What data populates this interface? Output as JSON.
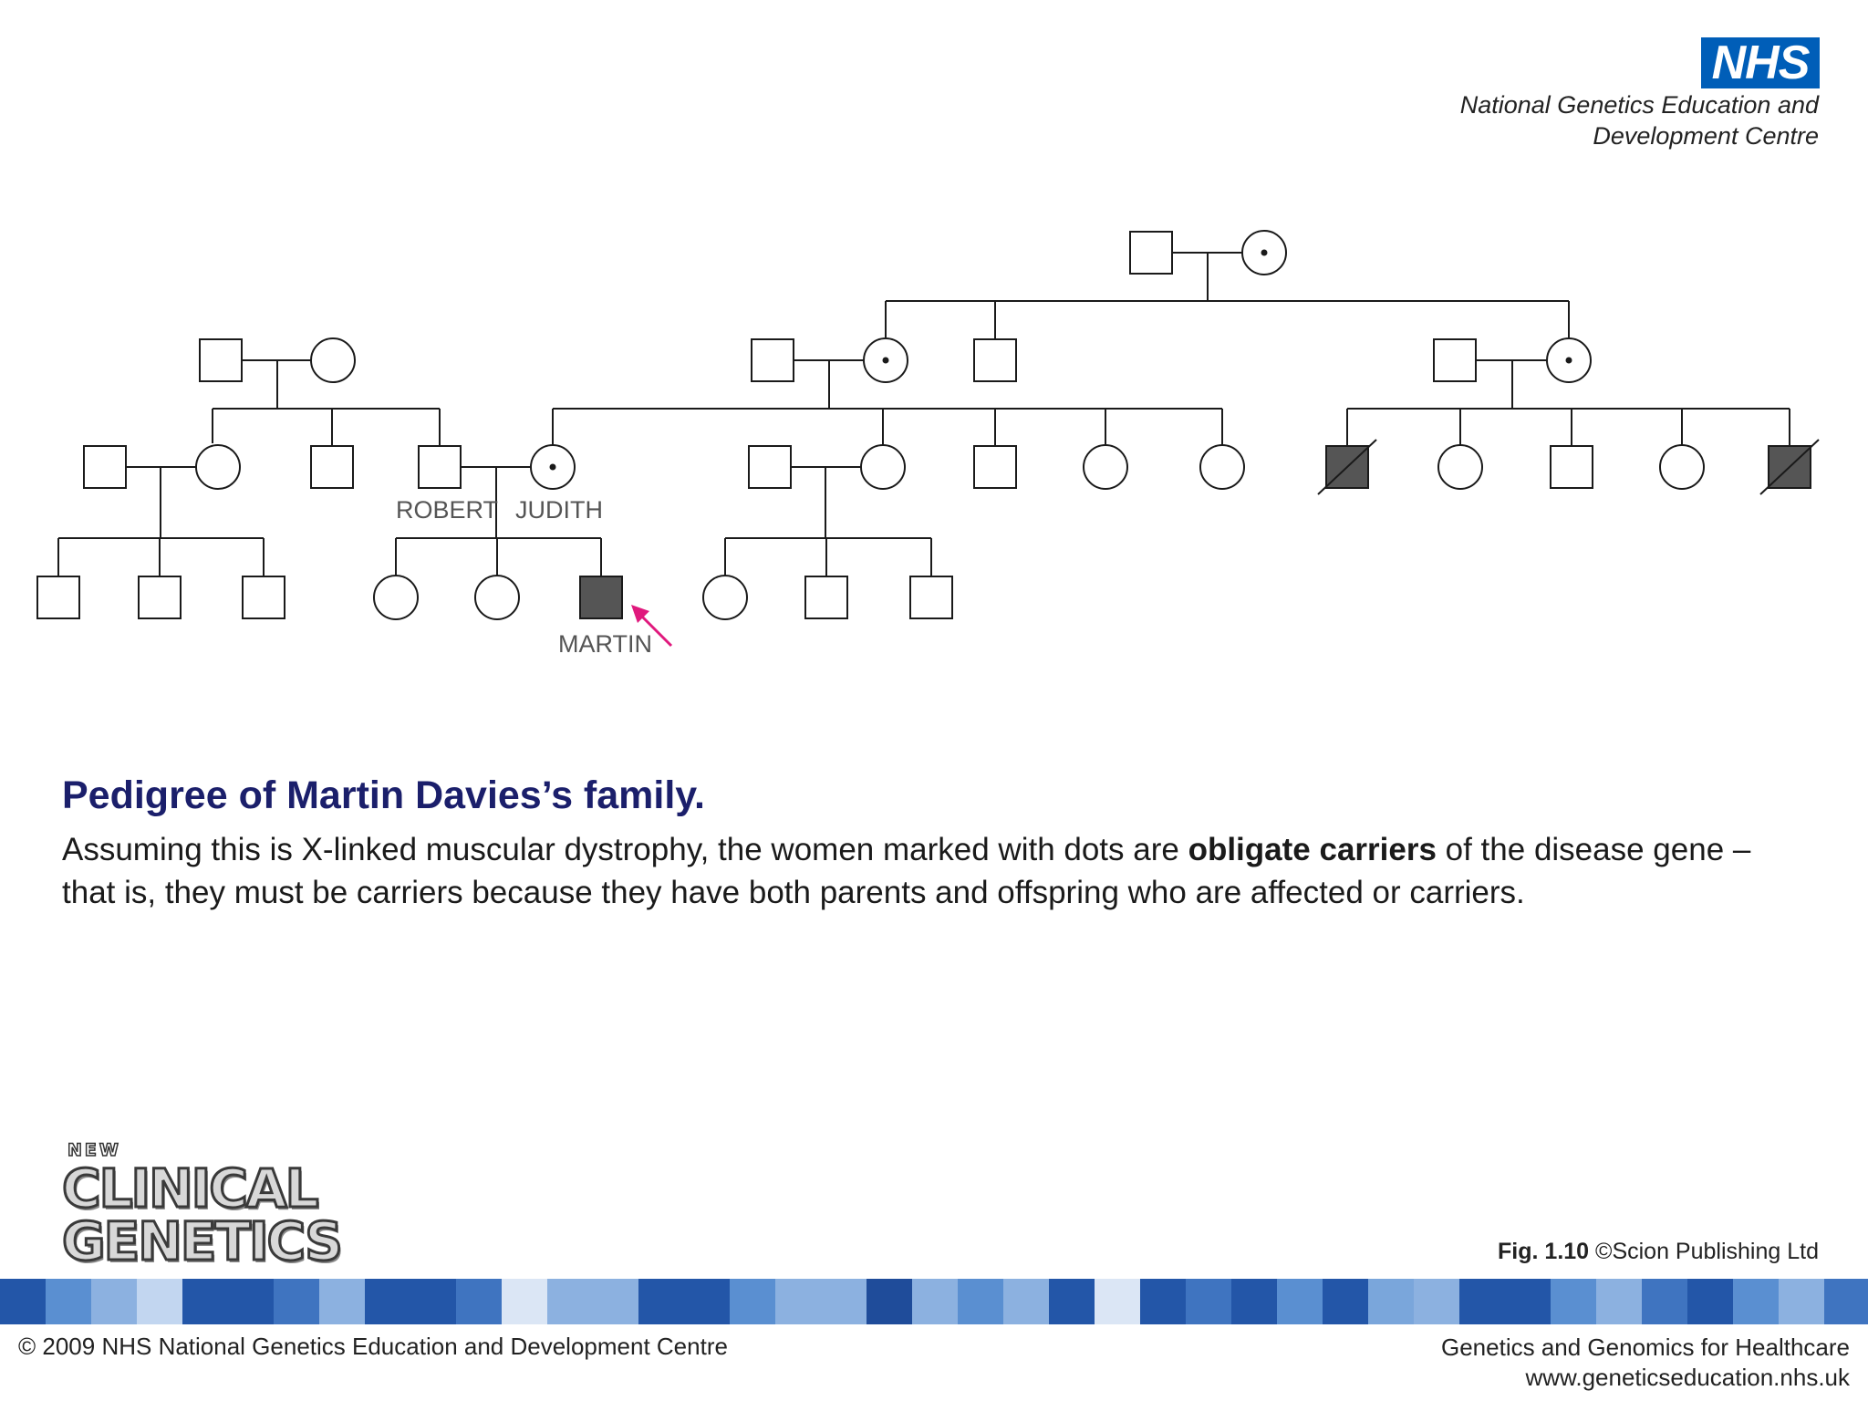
{
  "header": {
    "logo_text": "NHS",
    "org_line1": "National Genetics Education and",
    "org_line2": "Development Centre"
  },
  "pedigree": {
    "labels": {
      "robert": "ROBERT",
      "judith": "JUDITH",
      "martin": "MARTIN"
    },
    "colors": {
      "line": "#1a1a1a",
      "affected_fill": "#555555",
      "arrow": "#e0197d"
    }
  },
  "caption": {
    "title": "Pedigree of Martin Davies’s family.",
    "body_part1": "Assuming this is X-linked muscular dystrophy, the women marked with dots are ",
    "body_bold": "obligate carriers",
    "body_part2": " of the disease gene – that is, they must be carriers because they have both parents and offspring who are affected or carriers."
  },
  "book_logo": {
    "new": "NEW",
    "clinical": "CLINICAL",
    "genetics": "GENETICS"
  },
  "fig_credit": {
    "fig": "Fig. 1.10",
    "publisher": "©Scion Publishing Ltd"
  },
  "footer": {
    "copyright": "© 2009 NHS National Genetics Education and Development Centre",
    "tagline": "Genetics and Genomics for Healthcare",
    "url": "www.geneticseducation.nhs.uk"
  }
}
